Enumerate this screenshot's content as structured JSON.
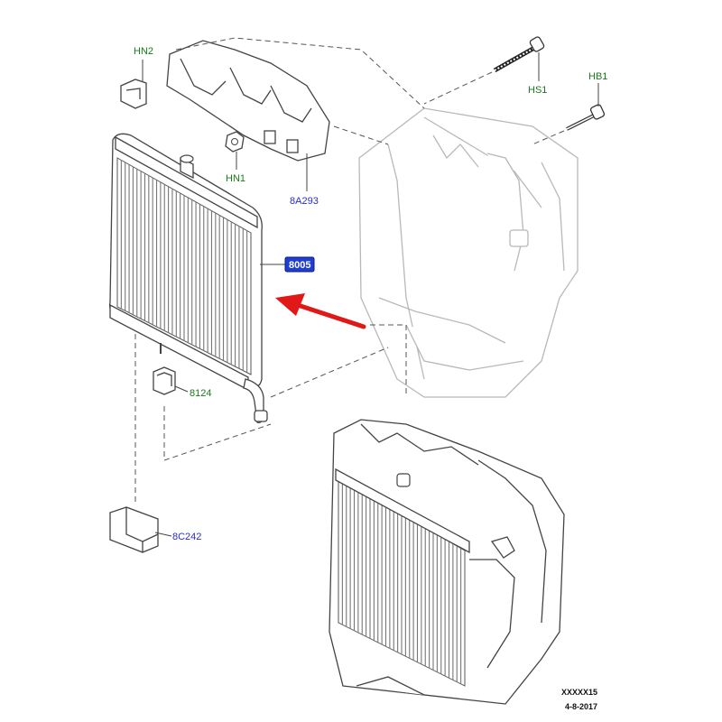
{
  "labels": {
    "hn2": "HN2",
    "hn1": "HN1",
    "hs1": "HS1",
    "hb1": "HB1",
    "p8a293": "8A293",
    "p8005": "8005",
    "p8124": "8124",
    "p8c242": "8C242"
  },
  "footer": {
    "line1": "XXXXX15",
    "line2": "4-8-2017"
  },
  "colors": {
    "callout_green": "#1a7a1a",
    "callout_blue": "#2a2ad6",
    "highlight_box": "#1f3fd0",
    "arrow_red": "#e01818"
  }
}
